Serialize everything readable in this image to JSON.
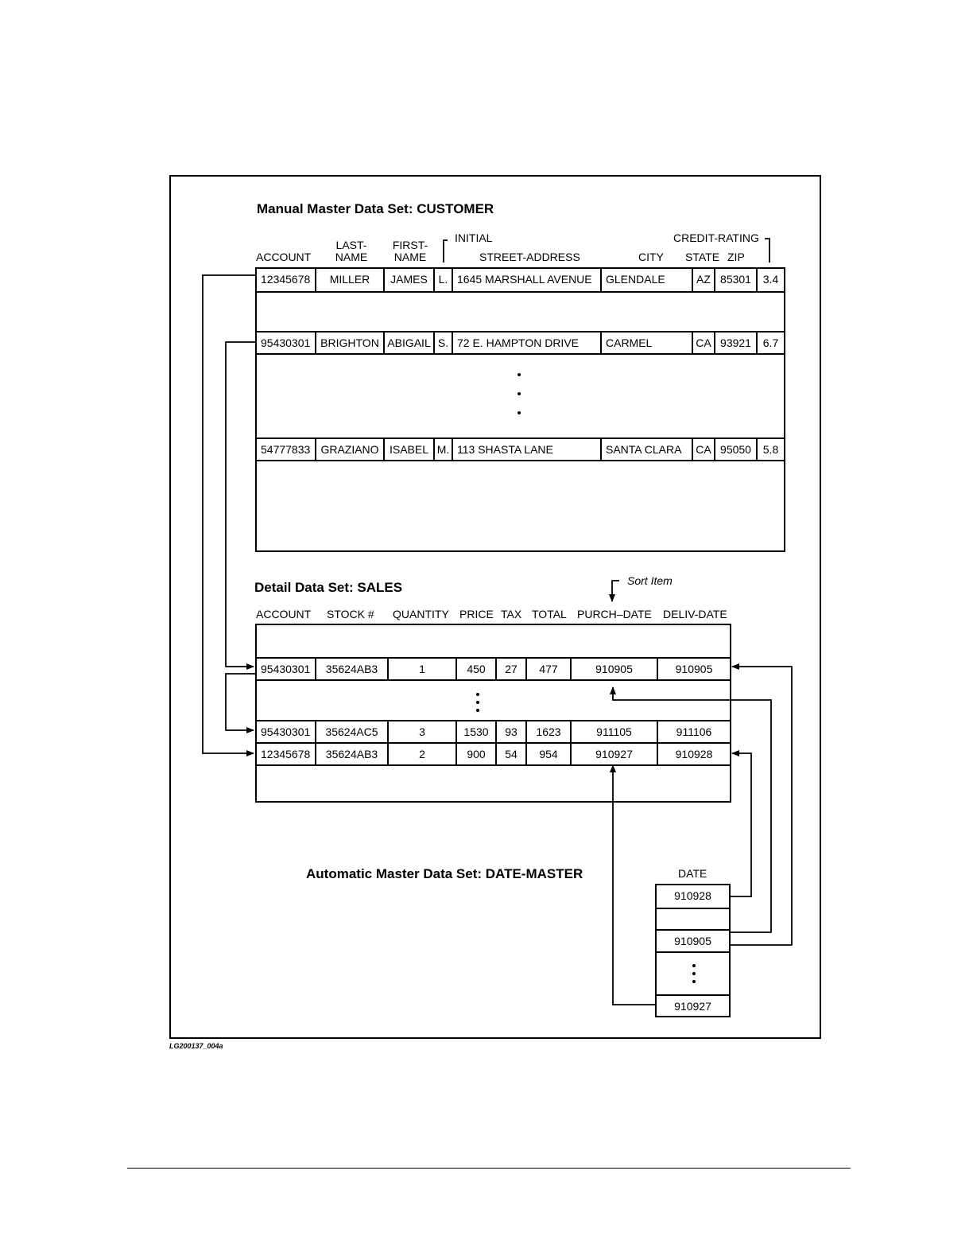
{
  "figure_id": "LG200137_004a",
  "customer": {
    "title": "Manual Master Data Set:  CUSTOMER",
    "headers": {
      "account": "ACCOUNT",
      "last_name_1": "LAST-",
      "last_name_2": "NAME",
      "first_name_1": "FIRST-",
      "first_name_2": "NAME",
      "initial": "INITIAL",
      "street": "STREET-ADDRESS",
      "city": "CITY",
      "state": "STATE",
      "zip": "ZIP",
      "credit": "CREDIT-RATING"
    },
    "rows": [
      [
        "12345678",
        "MILLER",
        "JAMES",
        "L.",
        "1645 MARSHALL AVENUE",
        "GLENDALE",
        "AZ",
        "85301",
        "3.4"
      ],
      [
        "95430301",
        "BRIGHTON",
        "ABIGAIL",
        "S.",
        "72 E. HAMPTON DRIVE",
        "CARMEL",
        "CA",
        "93921",
        "6.7"
      ],
      [
        "54777833",
        "GRAZIANO",
        "ISABEL",
        "M.",
        "113 SHASTA LANE",
        "SANTA CLARA",
        "CA",
        "95050",
        "5.8"
      ]
    ]
  },
  "sales": {
    "title": "Detail Data Set:  SALES",
    "sort_item_label": "Sort Item",
    "headers": {
      "account": "ACCOUNT",
      "stock": "STOCK #",
      "quantity": "QUANTITY",
      "price": "PRICE",
      "tax": "TAX",
      "total": "TOTAL",
      "purch_date": "PURCH–DATE",
      "deliv_date": "DELIV-DATE"
    },
    "rows": [
      [
        "95430301",
        "35624AB3",
        "1",
        "450",
        "27",
        "477",
        "910905",
        "910905"
      ],
      [
        "95430301",
        "35624AC5",
        "3",
        "1530",
        "93",
        "1623",
        "911105",
        "911106"
      ],
      [
        "12345678",
        "35624AB3",
        "2",
        "900",
        "54",
        "954",
        "910927",
        "910928"
      ]
    ]
  },
  "date_master": {
    "title": "Automatic Master Data Set: DATE-MASTER",
    "header": "DATE",
    "entries": [
      "910928",
      "910905",
      "910927"
    ]
  }
}
